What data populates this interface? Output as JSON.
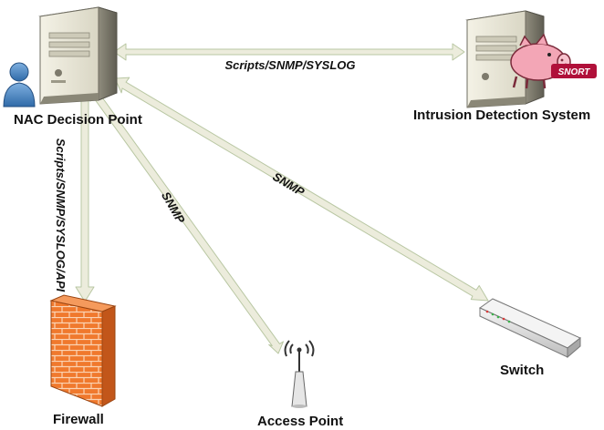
{
  "nodes": {
    "nac": {
      "label": "NAC Decision Point",
      "icon": "server-icon"
    },
    "ids": {
      "label": "Intrusion Detection System",
      "icon": "server-icon",
      "logo_text": "SNORT"
    },
    "firewall": {
      "label": "Firewall",
      "icon": "firewall-brick-icon"
    },
    "access_point": {
      "label": "Access Point",
      "icon": "wireless-access-point-icon"
    },
    "switch": {
      "label": "Switch",
      "icon": "network-switch-icon"
    },
    "user": {
      "icon": "user-icon"
    }
  },
  "edges": {
    "nac_ids": "Scripts/SNMP/SYSLOG",
    "nac_firewall": "Scripts/SNMP/SYSLOG/API",
    "nac_access_point": "SNMP",
    "nac_switch": "SNMP"
  },
  "colors": {
    "arrow_fill": "#ececdc",
    "arrow_stroke": "#b9c7a3",
    "server_body": "#ebe8d8",
    "firewall_orange": "#f0792d",
    "snort_pink": "#f3a6b6"
  }
}
